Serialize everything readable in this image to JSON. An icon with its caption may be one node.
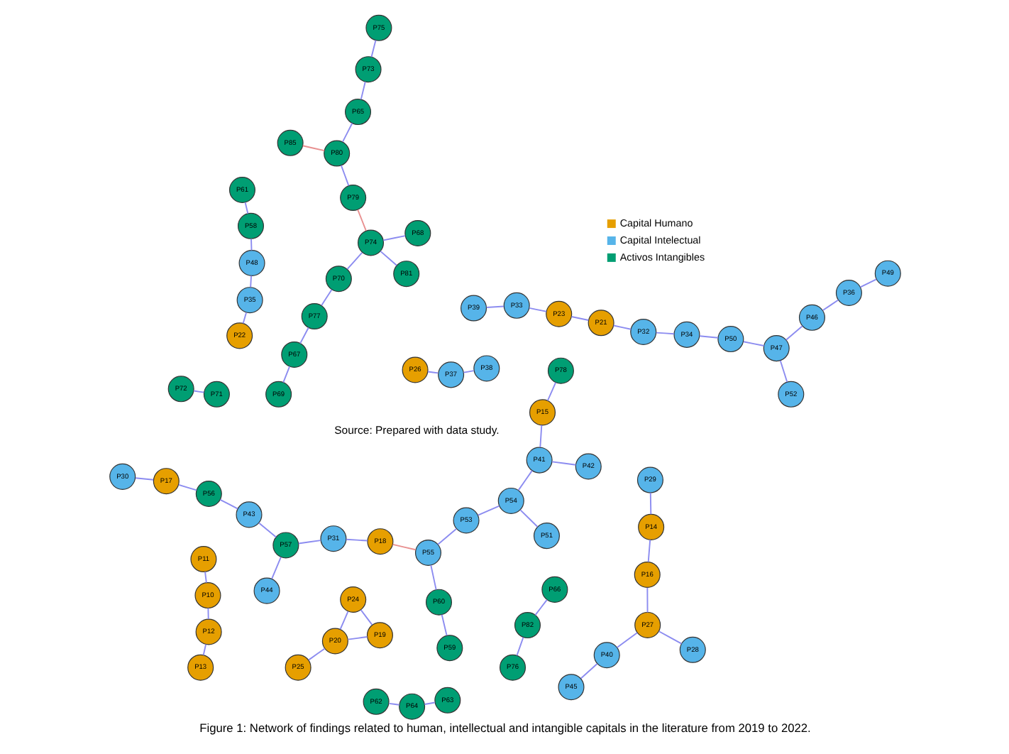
{
  "diagram": {
    "caption": "Figure 1: Network of findings related to human, intellectual and intangible capitals in the literature from 2019 to 2022.",
    "nodes": [
      {
        "text": [
          "P13"
        ]
      },
      {
        "text": [
          "P12"
        ]
      },
      {
        "text": [
          "P10"
        ]
      },
      {
        "text": [
          "P16"
        ]
      },
      {
        "text": [
          "P14"
        ]
      },
      {
        "text": [
          "P11"
        ]
      },
      {
        "text": [
          "P25"
        ]
      },
      {
        "text": [
          "P15"
        ]
      },
      {
        "text": [
          "P27"
        ]
      },
      {
        "text": [
          "P19"
        ]
      },
      {
        "text": [
          "P20"
        ]
      },
      {
        "text": [
          "P24"
        ]
      },
      {
        "text": [
          "P17"
        ]
      },
      {
        "text": [
          "P26"
        ]
      },
      {
        "text": [
          "P23"
        ]
      },
      {
        "text": [
          "P21"
        ]
      },
      {
        "text": [
          "P22"
        ]
      },
      {
        "text": [
          "P18"
        ]
      },
      {
        "text": [
          "P29"
        ]
      },
      {
        "text": [
          "P28"
        ]
      },
      {
        "text": [
          "P38"
        ]
      },
      {
        "text": [
          "P37"
        ]
      },
      {
        "text": [
          "P41"
        ]
      },
      {
        "text": [
          "P40"
        ]
      },
      {
        "text": [
          "P39"
        ]
      },
      {
        "text": [
          "P33"
        ]
      },
      {
        "text": [
          "P42"
        ]
      },
      {
        "text": [
          "P45"
        ]
      },
      {
        "text": [
          "P43"
        ]
      },
      {
        "text": [
          "P30"
        ]
      },
      {
        "text": [
          "P54"
        ]
      },
      {
        "text": [
          "P46"
        ]
      },
      {
        "text": [
          "P36"
        ]
      },
      {
        "text": [
          "P32"
        ]
      },
      {
        "text": [
          "P49"
        ]
      },
      {
        "text": [
          "P44"
        ]
      },
      {
        "text": [
          "P51"
        ]
      },
      {
        "text": [
          "P53"
        ]
      },
      {
        "text": [
          "P52"
        ]
      },
      {
        "text": [
          "P47"
        ]
      },
      {
        "text": [
          "P34"
        ]
      },
      {
        "text": [
          "P50"
        ]
      },
      {
        "text": [
          "P31"
        ]
      },
      {
        "text": [
          "P55"
        ]
      },
      {
        "text": [
          "P35"
        ]
      },
      {
        "text": [
          "P48"
        ]
      },
      {
        "text": [
          "P73"
        ]
      },
      {
        "text": [
          "P75"
        ]
      },
      {
        "text": [
          "P62"
        ]
      },
      {
        "text": [
          "P63"
        ]
      },
      {
        "text": [
          "P69"
        ]
      },
      {
        "text": [
          "P64"
        ]
      },
      {
        "text": [
          "P65"
        ]
      },
      {
        "text": [
          "P79"
        ]
      },
      {
        "text": [
          "P82"
        ]
      },
      {
        "text": [
          "P66"
        ]
      },
      {
        "text": [
          "P67"
        ]
      },
      {
        "text": [
          "P77"
        ]
      },
      {
        "text": [
          "P74"
        ]
      },
      {
        "text": [
          "P81"
        ]
      },
      {
        "text": [
          "P80"
        ]
      },
      {
        "text": [
          "P85"
        ]
      },
      {
        "text": [
          "P70"
        ]
      },
      {
        "text": [
          "P68"
        ]
      },
      {
        "text": [
          "P78"
        ]
      },
      {
        "text": [
          "P72"
        ]
      },
      {
        "text": [
          "P71"
        ]
      },
      {
        "text": [
          "P56"
        ]
      },
      {
        "text": [
          "P57"
        ]
      },
      {
        "text": [
          "P60"
        ]
      },
      {
        "text": [
          "P59"
        ]
      },
      {
        "text": [
          "P61"
        ]
      },
      {
        "text": [
          "P58"
        ]
      },
      {
        "text": [
          "P76"
        ]
      }
    ],
    "edges": [
      {
        "from": 48,
        "to": 51,
        "arrow": "none"
      },
      {
        "from": 49,
        "to": 51,
        "arrow": "none"
      },
      {
        "from": 50,
        "to": 56,
        "arrow": "none"
      },
      {
        "from": 56,
        "to": 57,
        "arrow": "none"
      },
      {
        "from": 57,
        "to": 62,
        "arrow": "none"
      },
      {
        "from": 58,
        "to": 62,
        "arrow": "none"
      },
      {
        "from": 53,
        "to": 58,
        "arrow": "none",
        "color": "#e89090"
      },
      {
        "from": 53,
        "to": 60,
        "arrow": "none"
      },
      {
        "from": 60,
        "to": 61,
        "arrow": "none",
        "color": "#e89090"
      },
      {
        "from": 46,
        "to": 52,
        "arrow": "none"
      },
      {
        "from": 46,
        "to": 47,
        "arrow": "none"
      },
      {
        "from": 65,
        "to": 66,
        "arrow": "none"
      },
      {
        "from": 7,
        "to": 22,
        "arrow": "none"
      },
      {
        "from": 2,
        "to": 5,
        "arrow": "none"
      },
      {
        "from": 1,
        "to": 2,
        "arrow": "none"
      },
      {
        "from": 0,
        "to": 1,
        "arrow": "none"
      },
      {
        "from": 6,
        "to": 10,
        "arrow": "none"
      },
      {
        "from": 9,
        "to": 10,
        "arrow": "none"
      },
      {
        "from": 10,
        "to": 11,
        "arrow": "none"
      },
      {
        "from": 67,
        "to": 12,
        "arrow": "none"
      },
      {
        "from": 67,
        "to": 28,
        "arrow": "none"
      },
      {
        "from": 12,
        "to": 29,
        "arrow": "none"
      },
      {
        "from": 28,
        "to": 68,
        "arrow": "none"
      },
      {
        "from": 68,
        "to": 35,
        "arrow": "none"
      },
      {
        "from": 68,
        "to": 42,
        "arrow": "none"
      },
      {
        "from": 42,
        "to": 17,
        "arrow": "none"
      },
      {
        "from": 17,
        "to": 43,
        "arrow": "none",
        "color": "#e89090"
      },
      {
        "from": 30,
        "to": 22,
        "arrow": "none"
      },
      {
        "from": 30,
        "to": 37,
        "arrow": "none"
      },
      {
        "from": 37,
        "to": 43,
        "arrow": "none"
      },
      {
        "from": 30,
        "to": 36,
        "arrow": "none"
      },
      {
        "from": 31,
        "to": 32,
        "arrow": "none"
      },
      {
        "from": 32,
        "to": 34,
        "arrow": "none"
      },
      {
        "from": 44,
        "to": 16,
        "arrow": "none"
      },
      {
        "from": 44,
        "to": 45,
        "arrow": "none"
      },
      {
        "from": 33,
        "to": 15,
        "arrow": "none"
      },
      {
        "from": 8,
        "to": 19,
        "arrow": "none"
      },
      {
        "from": 20,
        "to": 21,
        "arrow": "none"
      },
      {
        "from": 21,
        "to": 13,
        "arrow": "none"
      },
      {
        "from": 69,
        "to": 70,
        "arrow": "none"
      },
      {
        "from": 71,
        "to": 72,
        "arrow": "none"
      },
      {
        "from": 72,
        "to": 45,
        "arrow": "none"
      },
      {
        "from": 4,
        "to": 18,
        "arrow": "none"
      },
      {
        "from": 3,
        "to": 4,
        "arrow": "none"
      },
      {
        "from": 3,
        "to": 8,
        "arrow": "none"
      },
      {
        "from": 54,
        "to": 55,
        "arrow": "none"
      },
      {
        "from": 52,
        "to": 60,
        "arrow": "none"
      },
      {
        "from": 59,
        "to": 58,
        "arrow": "none"
      },
      {
        "from": 63,
        "to": 58,
        "arrow": "none"
      },
      {
        "from": 64,
        "to": 7,
        "arrow": "none"
      },
      {
        "from": 73,
        "to": 54,
        "arrow": "none"
      },
      {
        "from": 23,
        "to": 8,
        "arrow": "none"
      },
      {
        "from": 24,
        "to": 25,
        "arrow": "none"
      },
      {
        "from": 25,
        "to": 14,
        "arrow": "none"
      },
      {
        "from": 26,
        "to": 22,
        "arrow": "none"
      },
      {
        "from": 27,
        "to": 23,
        "arrow": "none"
      },
      {
        "from": 38,
        "to": 39,
        "arrow": "none"
      },
      {
        "from": 39,
        "to": 41,
        "arrow": "none"
      },
      {
        "from": 41,
        "to": 40,
        "arrow": "none"
      },
      {
        "from": 40,
        "to": 33,
        "arrow": "none"
      },
      {
        "from": 31,
        "to": 39,
        "arrow": "none"
      },
      {
        "from": 14,
        "to": 15,
        "arrow": "none"
      },
      {
        "from": 69,
        "to": 43,
        "arrow": "none"
      },
      {
        "from": 9,
        "to": 11,
        "arrow": "none"
      }
    ],
    "labels": [
      "Source: Prepared with data study."
    ],
    "legend": [
      {
        "text": "Capital Humano",
        "color": "#e69f00"
      },
      {
        "text": "Capital Intelectual",
        "color": "#56b4e9"
      },
      {
        "text": "Activos Intangibles",
        "color": "#009e73"
      }
    ]
  }
}
